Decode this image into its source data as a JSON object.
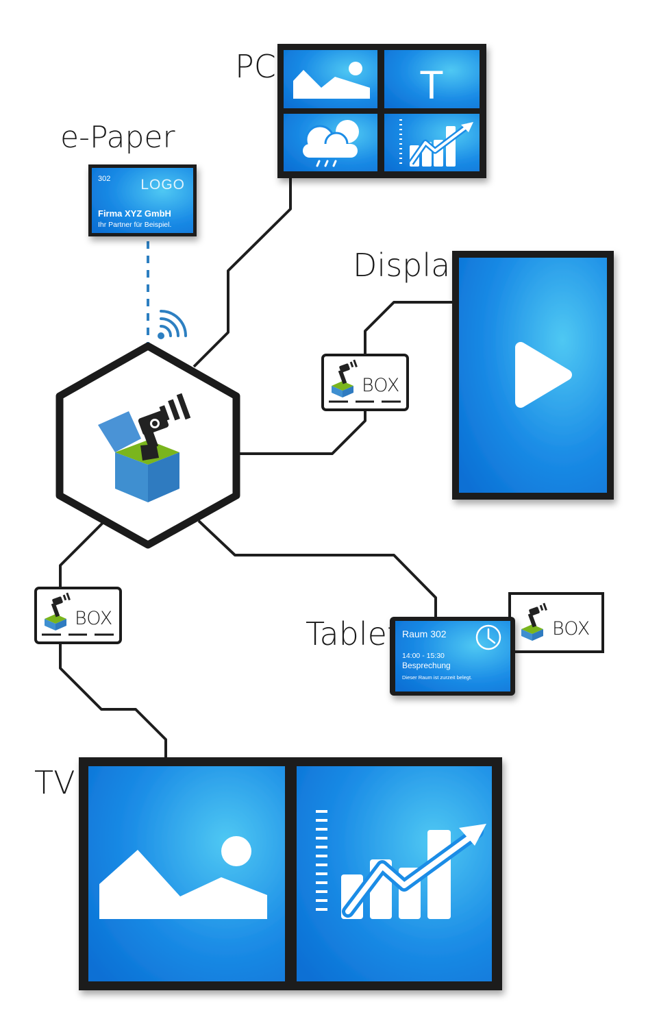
{
  "devices": {
    "pc": {
      "label": "PC"
    },
    "epaper": {
      "label": "e-Paper",
      "room": "302",
      "logo": "LOGO",
      "company": "Firma XYZ GmbH",
      "tagline": "Ihr Partner für Beispiel."
    },
    "display": {
      "label": "Display"
    },
    "tablet": {
      "label": "Tablet",
      "room": "Raum 302",
      "time": "14:00 - 15:30",
      "event": "Besprechung",
      "status": "Dieser Raum ist zurzeit belegt."
    },
    "tv": {
      "label": "TV"
    }
  },
  "box": {
    "label": "BOX"
  },
  "colors": {
    "screen_blue": "#0a73d9",
    "screen_light": "#4fc8f3",
    "frame": "#1b1b1b",
    "line": "#1e1e1e",
    "wireless": "#2d7fc1",
    "box_green": "#7ab51d",
    "box_blue": "#3f8fd0"
  }
}
